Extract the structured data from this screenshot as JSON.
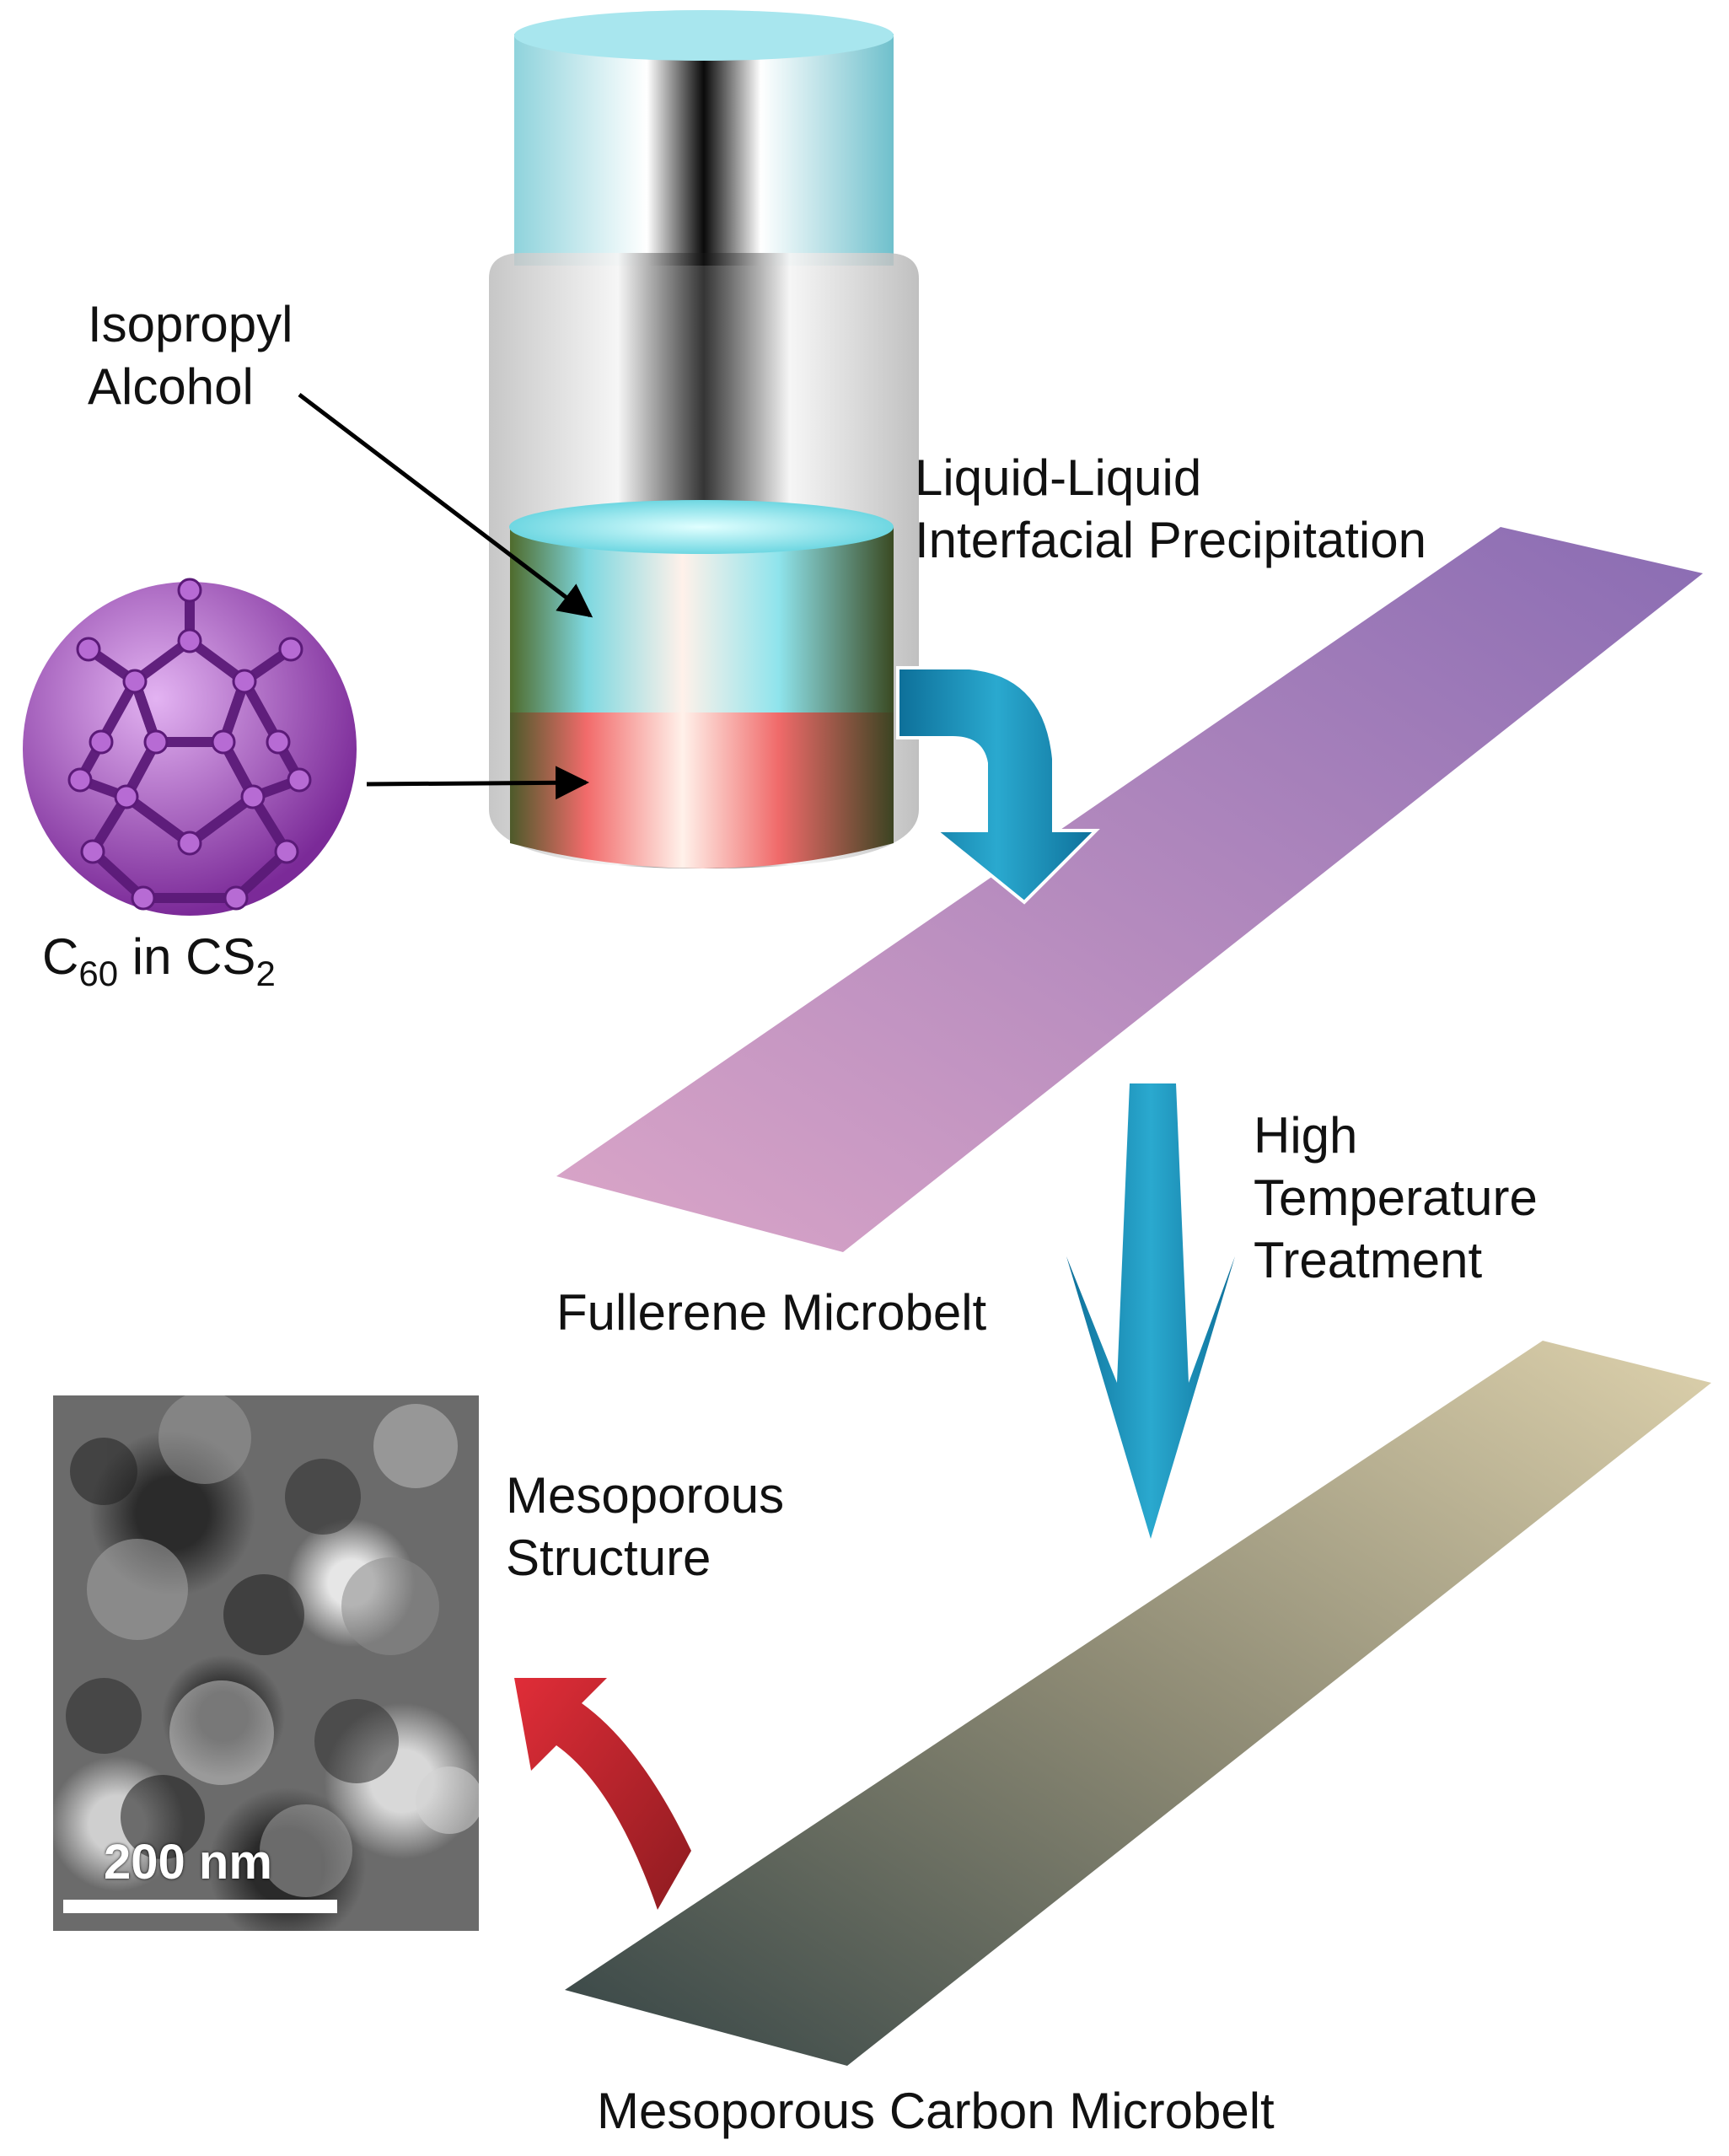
{
  "labels": {
    "isopropyl": [
      "Isopropyl",
      "Alcohol"
    ],
    "c60_formula": {
      "c": "C",
      "sub1": "60",
      "middle": " in CS",
      "sub2": "2"
    },
    "llip": [
      "Liquid-Liquid",
      "Interfacial Precipitation"
    ],
    "high_temp": [
      "High",
      "Temperature",
      "Treatment"
    ],
    "fullerene_microbelt": "Fullerene Microbelt",
    "mesoporous_structure": [
      "Mesoporous",
      "Structure"
    ],
    "mesoporous_carbon_microbelt": "Mesoporous Carbon Microbelt",
    "scale_bar": "200 nm"
  },
  "colors": {
    "purple_fullerene": "#9a3fb5",
    "belt_top_start": "#d7a2c9",
    "belt_top_end": "#8b6eb4",
    "belt_bottom_start": "#3e4b4c",
    "belt_bottom_end": "#d6cba8",
    "arrow_blue": "#1f93bd",
    "arrow_red": "#c0262e",
    "liquid_top": "#8fe4ec",
    "liquid_bottom": "#f06a6a"
  }
}
